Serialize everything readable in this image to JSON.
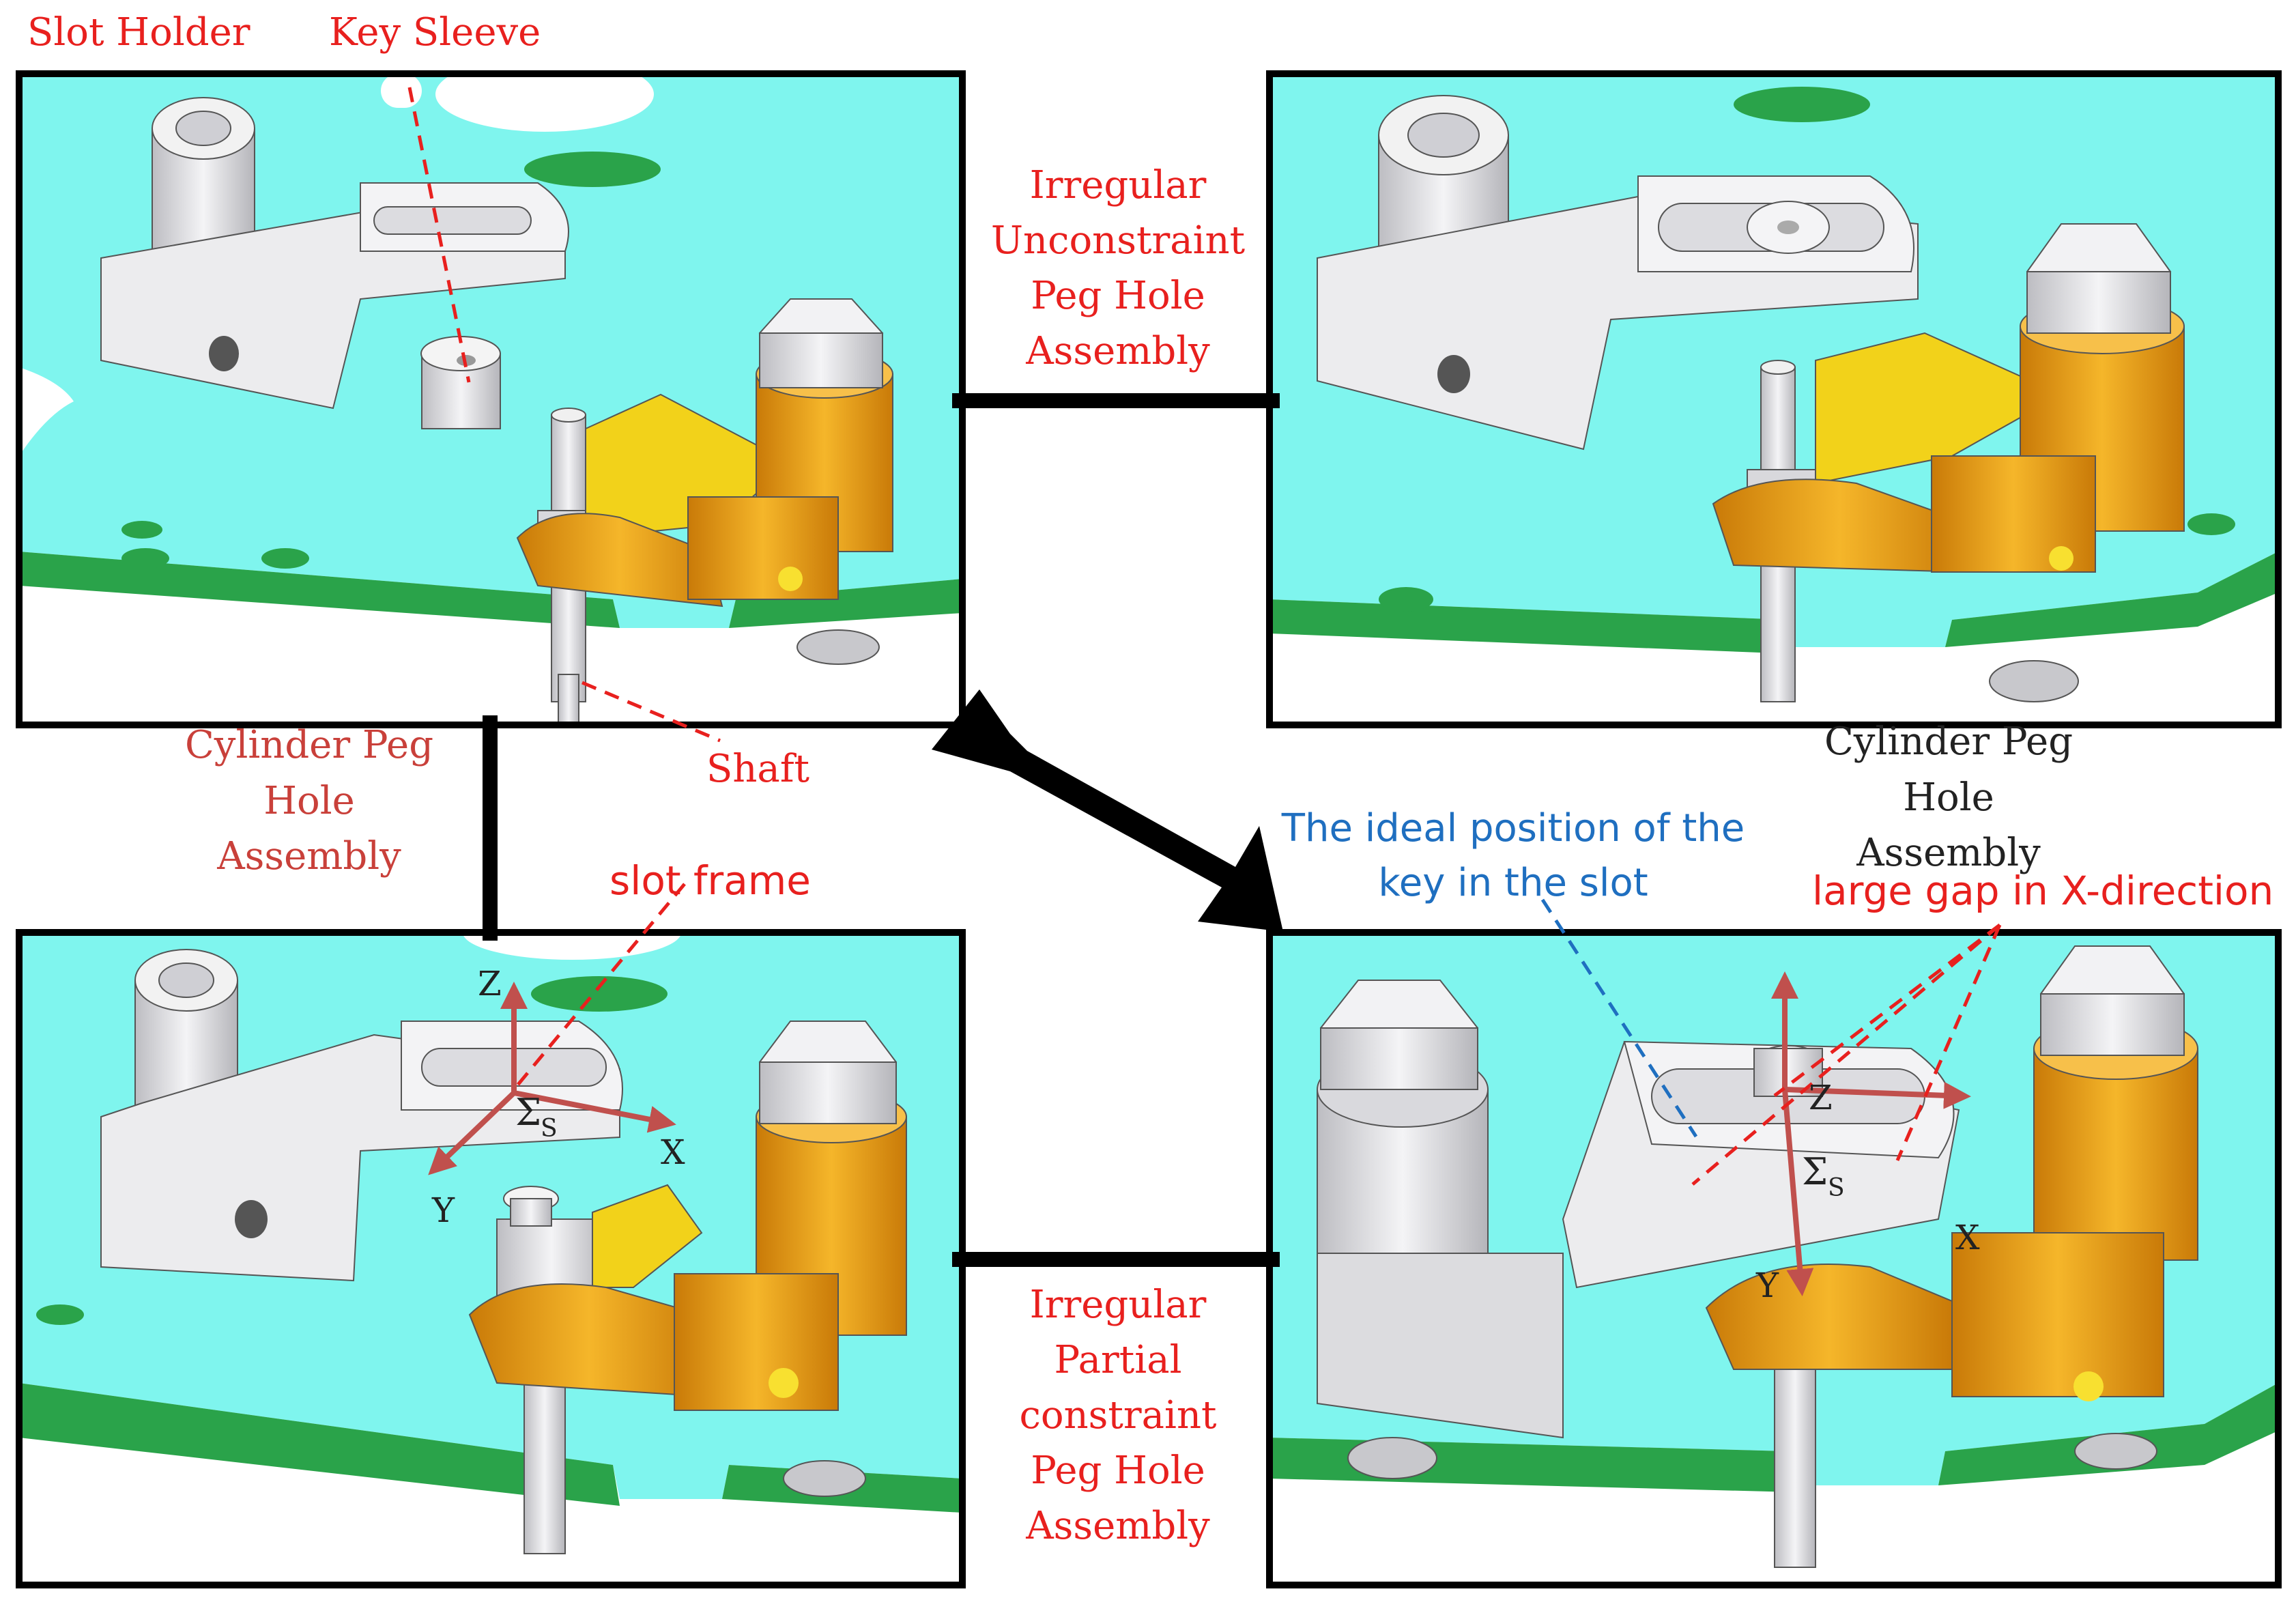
{
  "labels": {
    "slot_holder": "Slot Holder",
    "key_sleeve": "Key Sleeve",
    "shaft": "Shaft",
    "irregular_unconstraint": [
      "Irregular",
      "Unconstraint",
      "Peg Hole",
      "Assembly"
    ],
    "cylinder_peg_left": [
      "Cylinder Peg",
      "Hole",
      "Assembly"
    ],
    "cylinder_peg_right": [
      "Cylinder Peg",
      "Hole",
      "Assembly"
    ],
    "slot_frame": "slot frame",
    "ideal_position": [
      "The ideal position of the",
      "key in the slot"
    ],
    "large_gap": "large gap in X-direction",
    "irregular_partial": [
      "Irregular",
      "Partial",
      "constraint",
      "Peg Hole",
      "Assembly"
    ]
  },
  "axes_left": {
    "z": "Z",
    "x": "X",
    "y": "Y",
    "sigma": "Σ",
    "sub": "S"
  },
  "axes_right": {
    "z": "Z",
    "x": "X",
    "y": "Y",
    "sigma": "Σ",
    "sub": "S"
  },
  "colors": {
    "plate": "#7ff5ee",
    "plate_edge": "#2aa34a",
    "brass": "#f0a820",
    "yellow": "#f2d21a",
    "metal": "#e8e8ea",
    "label_red": "#e8201e",
    "label_blue": "#1f6fc0",
    "axis_arrow": "#c0504d"
  }
}
